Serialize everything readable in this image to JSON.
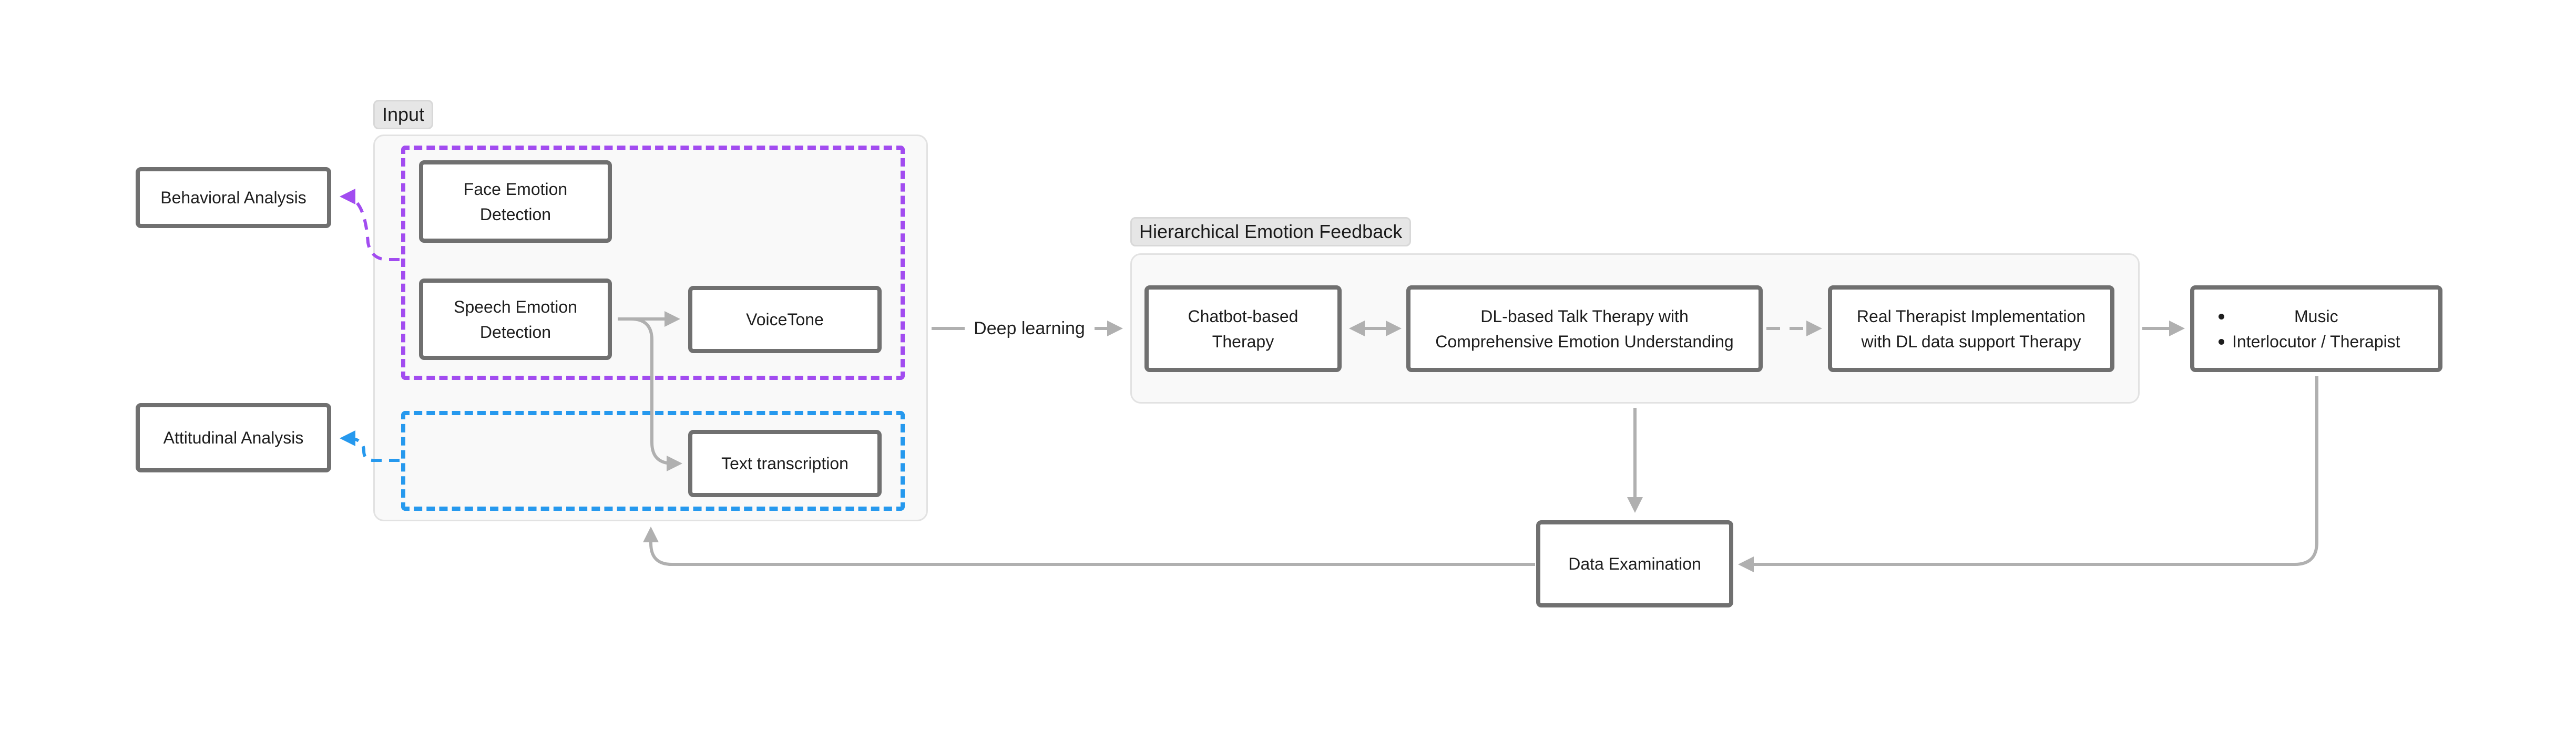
{
  "groups": {
    "input_label": "Input",
    "feedback_label": "Hierarchical Emotion Feedback"
  },
  "nodes": {
    "behavioral_analysis": "Behavioral Analysis",
    "attitudinal_analysis": "Attitudinal Analysis",
    "face_emotion_line1": "Face Emotion",
    "face_emotion_line2": "Detection",
    "speech_emotion_line1": "Speech Emotion",
    "speech_emotion_line2": "Detection",
    "voicetone": "VoiceTone",
    "text_transcription": "Text transcription",
    "chatbot_line1": "Chatbot-based",
    "chatbot_line2": "Therapy",
    "dl_talk_line1": "DL-based Talk Therapy with",
    "dl_talk_line2": "Comprehensive Emotion Understanding",
    "real_therapist_line1": "Real Therapist Implementation",
    "real_therapist_line2": "with DL data support Therapy",
    "outputs": [
      "Music",
      "Interlocutor / Therapist"
    ],
    "data_examination": "Data Examination"
  },
  "edges": {
    "deep_learning": "Deep learning"
  },
  "colors": {
    "behavioral_dash": "#a24cf0",
    "attitudinal_dash": "#2699ee",
    "arrow_gray": "#b0b0b0",
    "node_border": "#707070"
  }
}
